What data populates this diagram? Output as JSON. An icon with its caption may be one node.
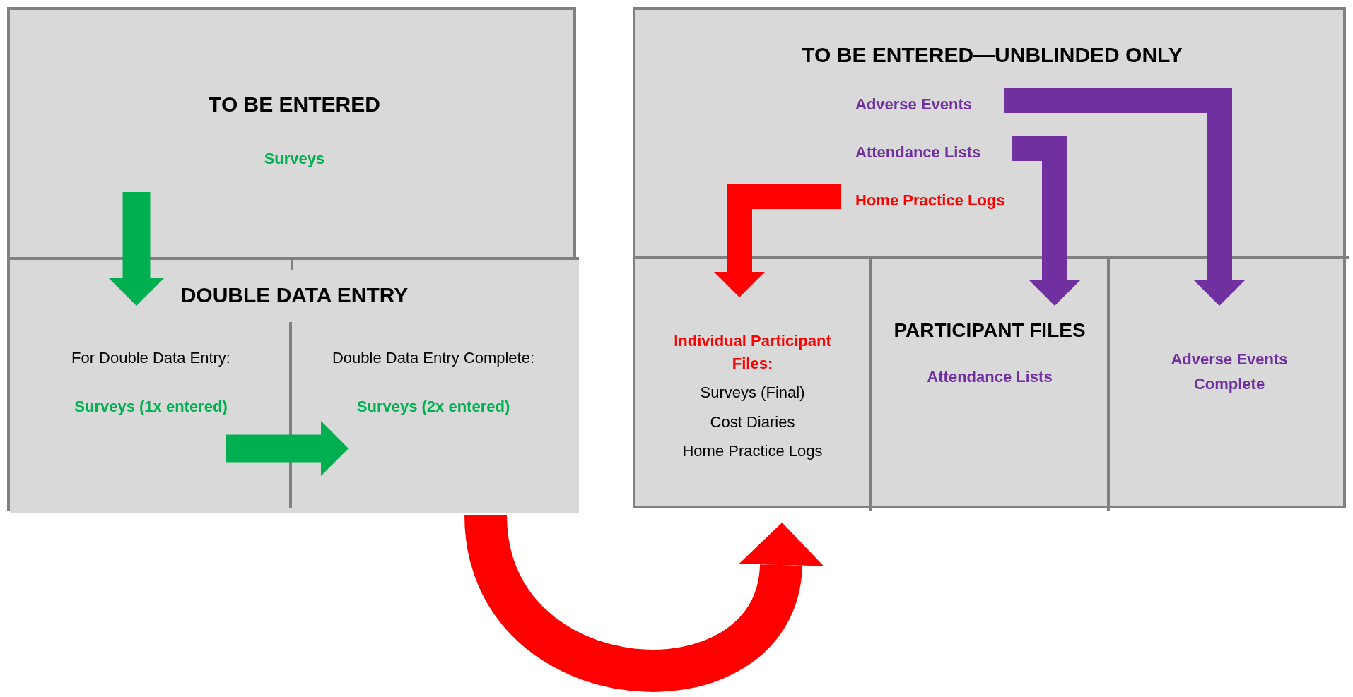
{
  "diagram": {
    "nodes": [
      {
        "text": [],
        "shape": "box"
      },
      {
        "text": [
          "TO BE ENTERED",
          "Surveys"
        ],
        "in": 0
      },
      {
        "text": [
          "DOUBLE DATA ENTRY"
        ],
        "in": 0
      },
      {
        "text": [
          "For Double Data Entry:",
          "Surveys (1x entered)"
        ],
        "in": 2
      },
      {
        "text": [
          "Double Data Entry Complete:",
          "Surveys (2x entered)"
        ],
        "in": 2
      },
      {
        "text": [],
        "shape": "box"
      },
      {
        "text": [
          "TO BE ENTERED—UNBLINDED ONLY"
        ],
        "in": 5
      },
      {
        "text": [
          "Adverse Events"
        ],
        "in": 6
      },
      {
        "text": [
          "Attendance Lists"
        ],
        "in": 6
      },
      {
        "text": [
          "Home Practice Logs"
        ],
        "in": 6
      },
      {
        "text": [
          "Individual Participant Files:",
          "Surveys (Final)",
          "Cost Diaries",
          "Home Practice Logs"
        ],
        "in": 5
      },
      {
        "text": [
          "PARTICIPANT FILES",
          "Attendance Lists"
        ],
        "in": 5
      },
      {
        "text": [
          "Adverse Events Complete"
        ],
        "in": 5
      }
    ],
    "edges": [
      {
        "from": 1,
        "to": 2,
        "arrow": "to",
        "color": "#00b050"
      },
      {
        "from": 3,
        "to": 4,
        "arrow": "to",
        "color": "#00b050"
      },
      {
        "from": 9,
        "to": 10,
        "arrow": "to",
        "color": "#ff0000"
      },
      {
        "from": 7,
        "to": 12,
        "arrow": "to",
        "color": "#7030a0"
      },
      {
        "from": 8,
        "to": 11,
        "arrow": "to",
        "color": "#7030a0"
      },
      {
        "from": 0,
        "to": 5,
        "arrow": "to",
        "color": "#ff0000"
      }
    ]
  }
}
